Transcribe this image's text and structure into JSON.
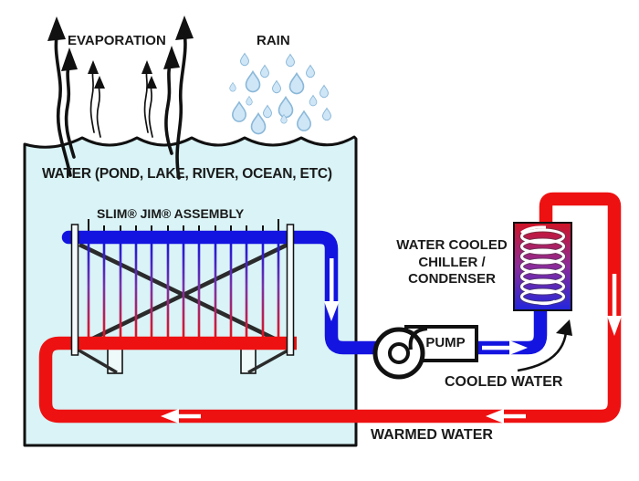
{
  "diagram": {
    "title": "Slim Jim water-source heat exchanger loop diagram",
    "labels": {
      "evaporation": "EVAPORATION",
      "rain": "RAIN",
      "water_body": "WATER (POND, LAKE, RIVER, OCEAN, ETC)",
      "assembly": "SLIM® JIM® ASSEMBLY",
      "chiller_line1": "WATER COOLED",
      "chiller_line2": "CHILLER /",
      "chiller_line3": "CONDENSER",
      "pump": "PUMP",
      "cooled_water": "COOLED WATER",
      "warmed_water": "WARMED WATER"
    },
    "colors": {
      "cold_pipe": "#1414e0",
      "hot_pipe": "#ee1111",
      "water_fill": "#d9f3f6",
      "rain_drop_fill": "#cfe6f7",
      "rain_drop_stroke": "#8bb8d8",
      "outline": "#111111",
      "text": "#1a1a1a",
      "chiller_top": "#d01425",
      "chiller_mid": "#8c2b9c",
      "chiller_bottom": "#2126dc"
    }
  }
}
